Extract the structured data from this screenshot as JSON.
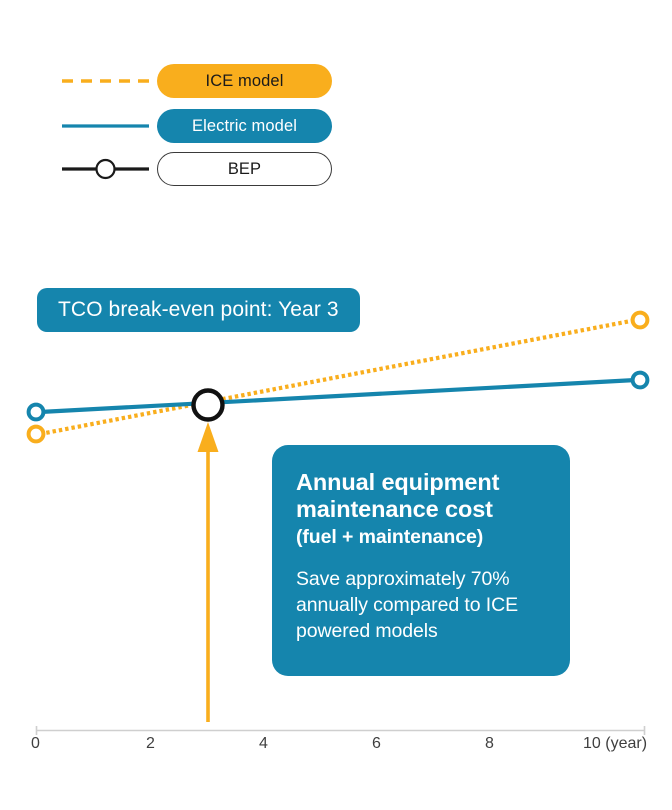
{
  "legend": {
    "items": [
      {
        "label": "ICE model",
        "style": "dashed",
        "color": "#f9ae1d",
        "text_color": "#1a1a1a",
        "pill_fill": "#f9ae1d",
        "marker": "none"
      },
      {
        "label": "Electric model",
        "style": "solid",
        "color": "#1585ad",
        "text_color": "#ffffff",
        "pill_fill": "#1585ad",
        "marker": "none"
      },
      {
        "label": "BEP",
        "style": "solid",
        "color": "#1a1a1a",
        "text_color": "#1a1a1a",
        "pill_fill": "#ffffff",
        "marker": "open-circle"
      }
    ]
  },
  "annotations": {
    "tco_badge": "TCO break-even point: Year 3",
    "card": {
      "heading": "Annual equipment maintenance cost",
      "subheading": "(fuel + maintenance)",
      "body": "Save approximately 70% annually compared to ICE powered models"
    }
  },
  "chart_data": {
    "type": "line",
    "title": "",
    "xlabel": "(year)",
    "ylabel": "",
    "xlim": [
      0,
      10
    ],
    "xticks": [
      0,
      2,
      4,
      6,
      8,
      10
    ],
    "xtick_labels": [
      "0",
      "2",
      "4",
      "6",
      "8",
      "10 (year)"
    ],
    "grid": false,
    "legend_position": "top-left",
    "series": [
      {
        "name": "ICE model",
        "style": "dashed",
        "color": "#f9ae1d",
        "x": [
          0,
          10
        ],
        "y": [
          0.3,
          0.92
        ],
        "endpoint_markers": "open-circle"
      },
      {
        "name": "Electric model",
        "style": "solid",
        "color": "#1585ad",
        "x": [
          0,
          10
        ],
        "y": [
          0.37,
          0.58
        ],
        "endpoint_markers": "open-circle"
      }
    ],
    "annotations": [
      {
        "name": "BEP",
        "type": "intersection-marker",
        "x": 3,
        "y": 0.43,
        "label": "TCO break-even point: Year 3",
        "marker": "open-circle",
        "marker_color": "#000000"
      },
      {
        "name": "bep-arrow",
        "type": "arrow",
        "x": 3,
        "from_y": 0,
        "to_y": 0.43,
        "color": "#f9ae1d"
      }
    ]
  },
  "colors": {
    "ice": "#f9ae1d",
    "electric": "#1585ad",
    "bep": "#000000",
    "axis": "#cfcfcf",
    "axis_text": "#3f3f3f",
    "background": "#ffffff"
  }
}
